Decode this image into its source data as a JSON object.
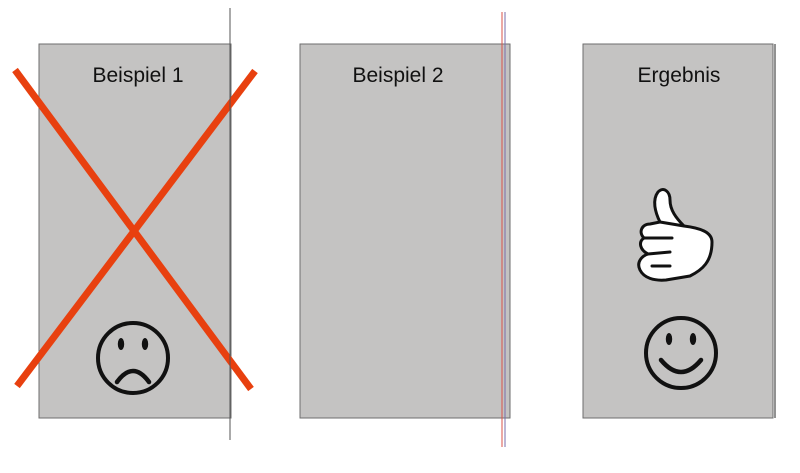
{
  "colors": {
    "background": "#ffffff",
    "panel_fill": "#c4c3c2",
    "panel_stroke": "#6e6e6e",
    "cross_red": "#e8400f",
    "guide_gray": "#555555",
    "guide_red": "#d9534a",
    "guide_blue": "#7a6ea8",
    "icon": "#111111"
  },
  "panels": [
    {
      "id": "example-1",
      "title": "Beispiel 1",
      "status": "incorrect",
      "icon": "sad-face-icon",
      "crossed_out": true
    },
    {
      "id": "example-2",
      "title": "Beispiel 2",
      "status": "incorrect",
      "icon": "",
      "crossed_out": false
    },
    {
      "id": "result",
      "title": "Ergebnis",
      "status": "correct",
      "icons": [
        "thumbs-up-icon",
        "smiley-face-icon"
      ],
      "crossed_out": false
    }
  ]
}
